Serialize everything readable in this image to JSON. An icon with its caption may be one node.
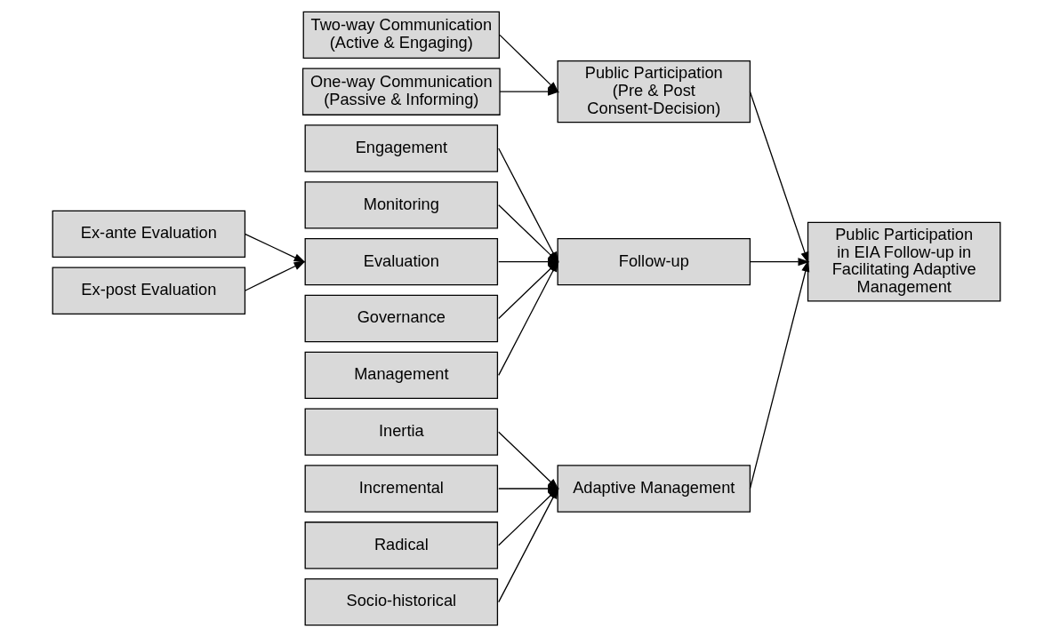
{
  "diagram": {
    "nodes": [
      {
        "text": [
          "Two-way Communication (Active & Engaging)"
        ]
      },
      {
        "text": [
          "One-way Communication (Passive & Informing)"
        ]
      },
      {
        "text": [
          "Public Participation (Pre & Post Consent-Decision)"
        ]
      },
      {
        "text": [
          "Engagement"
        ]
      },
      {
        "text": [
          "Monitoring"
        ]
      },
      {
        "text": [
          "Ex-ante Evaluation"
        ]
      },
      {
        "text": [
          "Ex-post Evaluation"
        ]
      },
      {
        "text": [
          "Evaluation"
        ]
      },
      {
        "text": [
          "Follow-up"
        ]
      },
      {
        "text": [
          "Public Participation in EIA Follow-up in Facilitating Adaptive Management"
        ]
      },
      {
        "text": [
          "Governance"
        ]
      },
      {
        "text": [
          "Management"
        ]
      },
      {
        "text": [
          "Inertia"
        ]
      },
      {
        "text": [
          "Incremental"
        ]
      },
      {
        "text": [
          "Adaptive Management"
        ]
      },
      {
        "text": [
          "Radical"
        ]
      },
      {
        "text": [
          "Socio-historical"
        ]
      }
    ],
    "edges": [
      {
        "from": 0,
        "to": 2,
        "arrow": "to"
      },
      {
        "from": 1,
        "to": 2,
        "arrow": "to"
      },
      {
        "from": 3,
        "to": 8,
        "arrow": "to"
      },
      {
        "from": 4,
        "to": 8,
        "arrow": "to"
      },
      {
        "from": 5,
        "to": 7,
        "arrow": "to"
      },
      {
        "from": 6,
        "to": 7,
        "arrow": "to"
      },
      {
        "from": 7,
        "to": 8,
        "arrow": "to"
      },
      {
        "from": 10,
        "to": 8,
        "arrow": "to"
      },
      {
        "from": 11,
        "to": 8,
        "arrow": "to"
      },
      {
        "from": 2,
        "to": 9,
        "arrow": "to"
      },
      {
        "from": 8,
        "to": 9,
        "arrow": "to"
      },
      {
        "from": 12,
        "to": 14,
        "arrow": "to"
      },
      {
        "from": 13,
        "to": 14,
        "arrow": "to"
      },
      {
        "from": 15,
        "to": 14,
        "arrow": "to"
      },
      {
        "from": 16,
        "to": 14,
        "arrow": "to"
      },
      {
        "from": 14,
        "to": 9,
        "arrow": "to"
      }
    ]
  }
}
